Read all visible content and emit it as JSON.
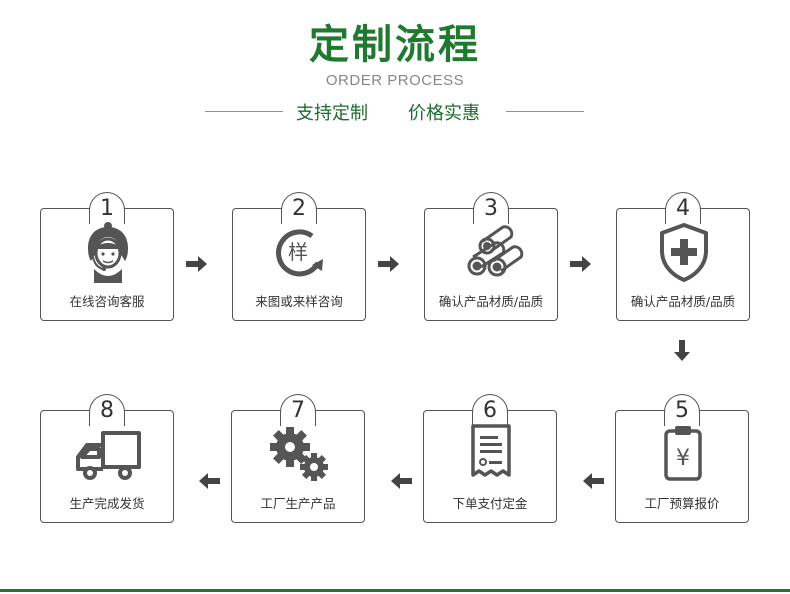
{
  "header": {
    "title": "定制流程",
    "subtitle": "ORDER PROCESS",
    "tagline_left": "支持定制",
    "tagline_right": "价格实惠"
  },
  "steps": [
    {
      "number": "1",
      "label": "在线咨询客服",
      "icon": "customer-service-icon"
    },
    {
      "number": "2",
      "label": "来图或来样咨询",
      "icon": "sample-cycle-icon"
    },
    {
      "number": "3",
      "label": "确认产品材质/品质",
      "icon": "material-rolls-icon"
    },
    {
      "number": "4",
      "label": "确认产品材质/品质",
      "icon": "shield-plus-icon"
    },
    {
      "number": "5",
      "label": "工厂预算报价",
      "icon": "clipboard-yen-icon"
    },
    {
      "number": "6",
      "label": "下单支付定金",
      "icon": "order-document-icon"
    },
    {
      "number": "7",
      "label": "工厂生产产品",
      "icon": "gears-icon"
    },
    {
      "number": "8",
      "label": "生产完成发货",
      "icon": "truck-icon"
    }
  ],
  "colors": {
    "brand_green": "#1f7a30",
    "icon_gray": "#555555"
  }
}
